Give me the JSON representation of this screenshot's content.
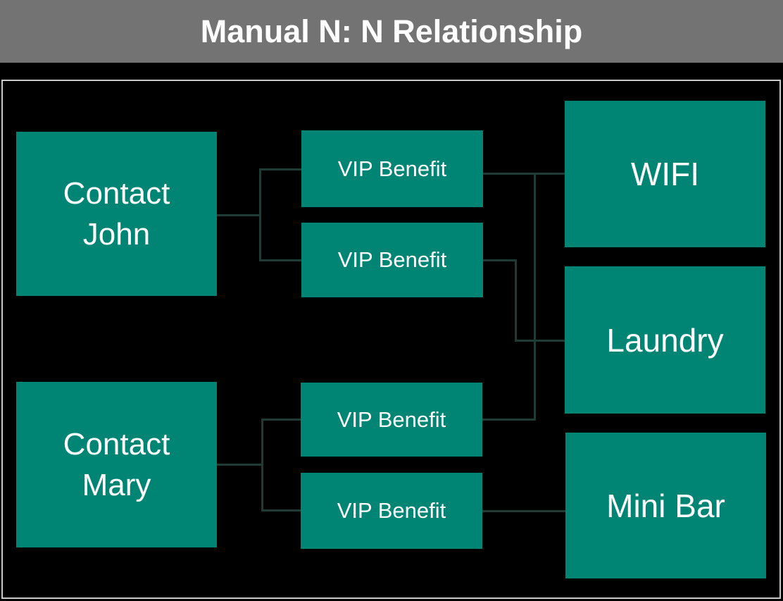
{
  "header": {
    "title": "Manual N: N Relationship",
    "bg_color": "#737373",
    "text_color": "#ffffff"
  },
  "diagram": {
    "colors": {
      "node_fill": "#008575",
      "node_text": "#ffffff",
      "connector": "#1e3c35",
      "canvas_background": "#000000",
      "canvas_border": "#c9c9c9"
    },
    "nodes": {
      "contact_john": {
        "label": "Contact John",
        "line1": "Contact",
        "line2": "John"
      },
      "contact_mary": {
        "label": "Contact Mary",
        "line1": "Contact",
        "line2": "Mary"
      },
      "vip_benefit_1": {
        "label": "VIP Benefit"
      },
      "vip_benefit_2": {
        "label": "VIP Benefit"
      },
      "vip_benefit_3": {
        "label": "VIP Benefit"
      },
      "vip_benefit_4": {
        "label": "VIP Benefit"
      },
      "wifi": {
        "label": "WIFI"
      },
      "laundry": {
        "label": "Laundry"
      },
      "mini_bar": {
        "label": "Mini Bar"
      }
    },
    "edges": [
      {
        "from": "contact_john",
        "to": "vip_benefit_1"
      },
      {
        "from": "contact_john",
        "to": "vip_benefit_2"
      },
      {
        "from": "contact_mary",
        "to": "vip_benefit_3"
      },
      {
        "from": "contact_mary",
        "to": "vip_benefit_4"
      },
      {
        "from": "vip_benefit_1",
        "to": "wifi"
      },
      {
        "from": "vip_benefit_2",
        "to": "laundry"
      },
      {
        "from": "vip_benefit_3",
        "to": "wifi"
      },
      {
        "from": "vip_benefit_4",
        "to": "mini_bar"
      }
    ]
  }
}
